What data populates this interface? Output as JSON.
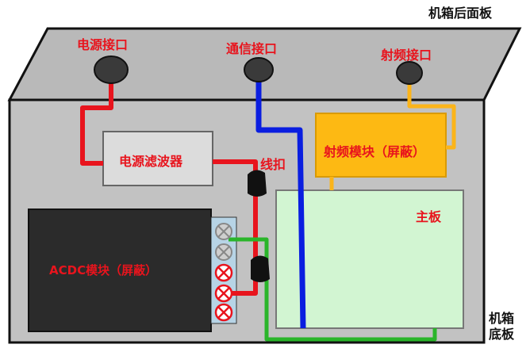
{
  "labels": {
    "back_panel": "机箱后面板",
    "power_port": "电源接口",
    "comm_port": "通信接口",
    "rf_port": "射频接口",
    "power_filter": "电源滤波器",
    "cable_clip": "线扣",
    "rf_module": "射频模块（屏蔽）",
    "main_board": "主板",
    "acdc_module": "ACDC模块（屏蔽）",
    "chassis_bottom_line1": "机箱",
    "chassis_bottom_line2": "底板"
  },
  "colors": {
    "power_wire": "#e8141d",
    "comm_wire": "#0a1ee0",
    "rf_wire": "#fbb41a",
    "ground_wire": "#2ab52a",
    "panel_gray": "#b9b9b9",
    "chassis_gray": "#c2c2c2",
    "filter_box": "#dcdcdc",
    "rf_module_fill": "#fdb913",
    "main_board_fill": "#d2f5d2",
    "acdc_fill": "#2b2b2b",
    "label_red": "#e8141d"
  },
  "icons": [
    "port-connector-icon",
    "cable-clip-icon",
    "terminal-screw-icon"
  ]
}
